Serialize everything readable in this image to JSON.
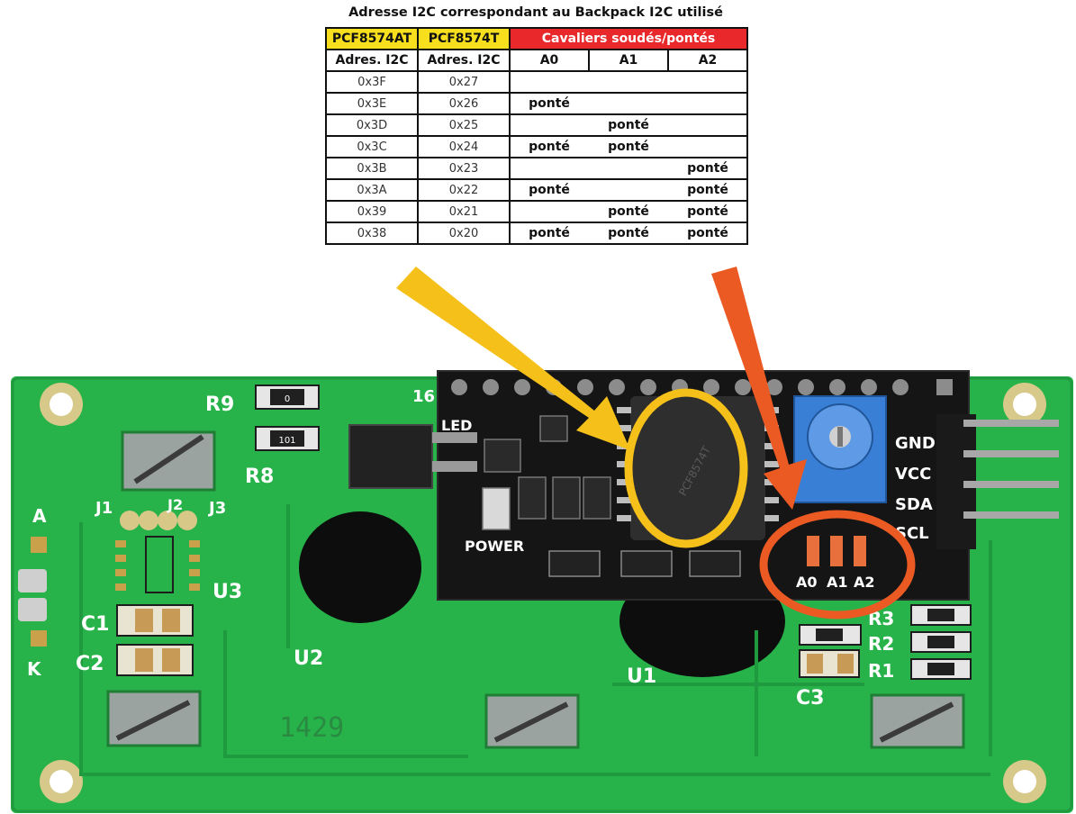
{
  "title": "Adresse I2C correspondant au Backpack I2C utilisé",
  "table": {
    "headers": {
      "pcf8574at": "PCF8574AT",
      "pcf8574t": "PCF8574T",
      "jumpers": "Cavaliers soudés/pontés"
    },
    "subheaders": {
      "addr_at": "Adres. I2C",
      "addr_t": "Adres. I2C",
      "a0": "A0",
      "a1": "A1",
      "a2": "A2"
    },
    "rows": [
      {
        "at": "0x3F",
        "t": "0x27",
        "a0": "",
        "a1": "",
        "a2": ""
      },
      {
        "at": "0x3E",
        "t": "0x26",
        "a0": "ponté",
        "a1": "",
        "a2": ""
      },
      {
        "at": "0x3D",
        "t": "0x25",
        "a0": "",
        "a1": "ponté",
        "a2": ""
      },
      {
        "at": "0x3C",
        "t": "0x24",
        "a0": "ponté",
        "a1": "ponté",
        "a2": ""
      },
      {
        "at": "0x3B",
        "t": "0x23",
        "a0": "",
        "a1": "",
        "a2": "ponté"
      },
      {
        "at": "0x3A",
        "t": "0x22",
        "a0": "ponté",
        "a1": "",
        "a2": "ponté"
      },
      {
        "at": "0x39",
        "t": "0x21",
        "a0": "",
        "a1": "ponté",
        "a2": "ponté"
      },
      {
        "at": "0x38",
        "t": "0x20",
        "a0": "ponté",
        "a1": "ponté",
        "a2": "ponté"
      }
    ]
  },
  "board_labels": {
    "r9": "R9",
    "r8": "R8",
    "r9_value": "0",
    "r8_value": "101",
    "led": "LED",
    "power": "POWER",
    "j1": "J1",
    "j2": "J2",
    "j3": "J3",
    "a": "A",
    "k": "K",
    "c1": "C1",
    "c2": "C2",
    "c3": "C3",
    "u1": "U1",
    "u2": "U2",
    "u3": "U3",
    "r1": "R1",
    "r2": "R2",
    "r3": "R3",
    "gnd": "GND",
    "vcc": "VCC",
    "sda": "SDA",
    "scl": "SCL",
    "pad_a0": "A0",
    "pad_a1": "A1",
    "pad_a2": "A2",
    "chip": "PCF8574T",
    "batch": "1429",
    "pin16": "16"
  },
  "colors": {
    "pcb_green": "#27b34a",
    "backpack_black": "#151515",
    "yellow_arrow": "#f5c01a",
    "orange_arrow": "#ec5a24",
    "pot_blue": "#3a7fd6"
  }
}
